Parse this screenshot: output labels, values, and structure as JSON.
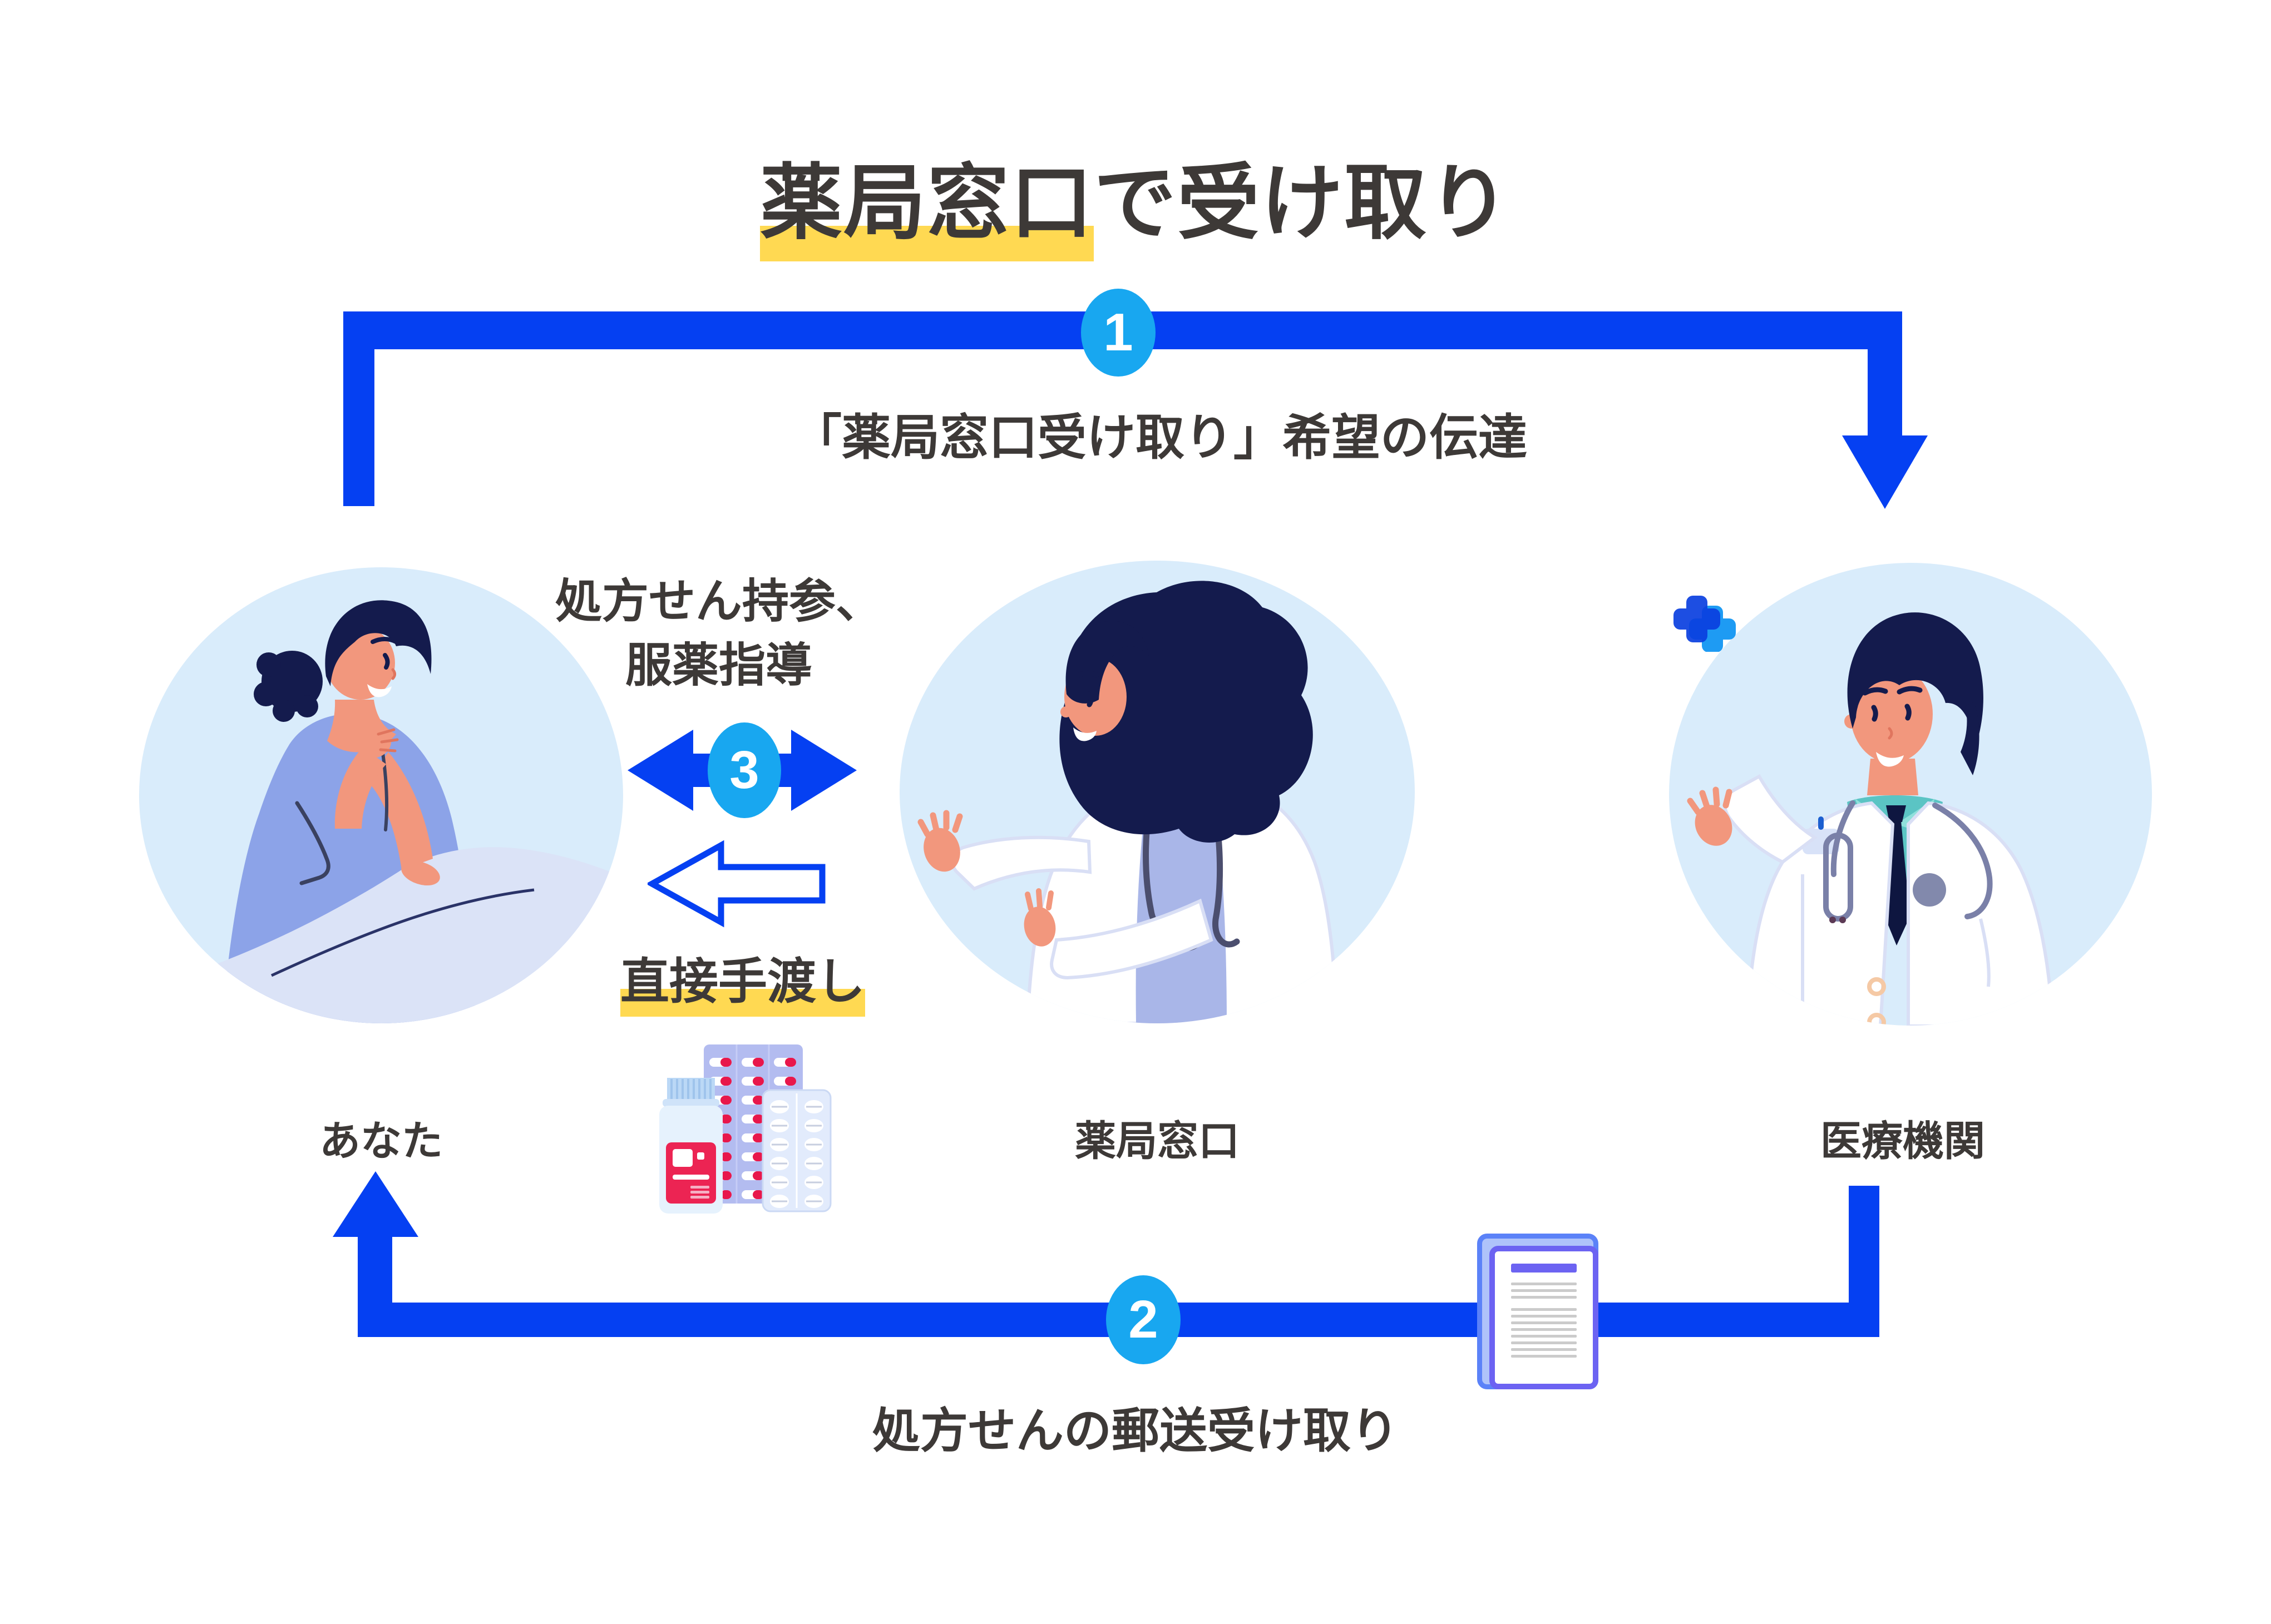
{
  "title": {
    "highlight": "薬局窓口",
    "rest": "で受け取り"
  },
  "flow": {
    "step1": {
      "number": "1",
      "label": "「薬局窓口受け取り」希望の伝達"
    },
    "step2": {
      "number": "2",
      "label": "処方せんの郵送受け取り"
    },
    "step3": {
      "number": "3",
      "line1": "処方せん持参、",
      "line2": "服薬指導"
    },
    "handover": {
      "label": "直接手渡し"
    }
  },
  "actors": {
    "patient": {
      "label": "あなた"
    },
    "pharmacy": {
      "label": "薬局窓口"
    },
    "hospital": {
      "label": "医療機関"
    }
  },
  "icons": {
    "step1_arrow": "down-arrow",
    "step2_arrow": "up-arrow",
    "step3_arrow": "double-headed-arrow",
    "handover_arrow": "left-outline-arrow",
    "medicine": "pill-bottle-and-blister-packs",
    "document": "prescription-papers",
    "medical_cross": "blue-medical-cross"
  },
  "colors": {
    "arrow_blue": "#0540F2",
    "badge_blue": "#18A7F0",
    "highlight_yellow": "#FFD952",
    "text_dark": "#3D3937",
    "circle_bg": "#D9ECFB",
    "capsule_red": "#E8174B",
    "blister_lavender": "#B3BCF0",
    "doc_border_purple": "#6C63F2",
    "hair_navy": "#141B4D",
    "skin": "#F2977D"
  }
}
